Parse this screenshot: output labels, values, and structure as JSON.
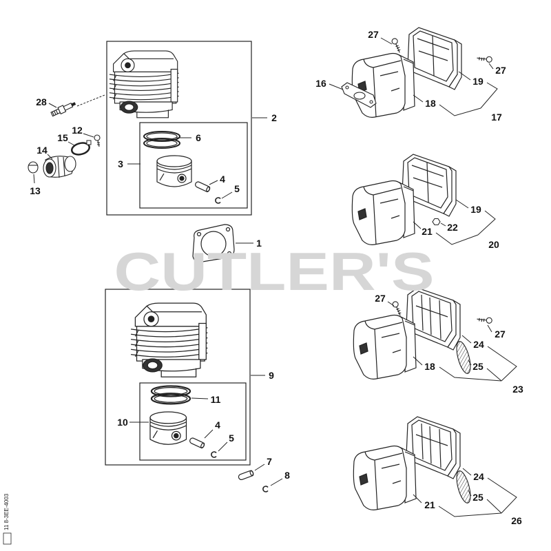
{
  "watermark": "CUTLER'S",
  "doc_code": "11 8-3EE-4003",
  "cylinder_kit_a": {
    "assembly": "2",
    "piston_set": "3",
    "ring": "6",
    "pin": "4",
    "circlip": "5"
  },
  "base_gasket": "1",
  "intake_parts": {
    "spark_plug": "28",
    "screw": "12",
    "clamp": "15",
    "manifold": "14",
    "plug": "13"
  },
  "cylinder_kit_b": {
    "assembly": "9",
    "piston": "10",
    "ring": "11",
    "pin": "4",
    "circlip": "5"
  },
  "loose_parts": {
    "pin": "7",
    "circlip": "8"
  },
  "muffler_1": {
    "screw_left": "27",
    "screw_right": "27",
    "gasket": "16",
    "cover": "19",
    "body": "18",
    "assembly": "17"
  },
  "muffler_2": {
    "cover": "19",
    "nut": "22",
    "body": "21",
    "assembly": "20"
  },
  "muffler_3": {
    "screw_left": "27",
    "screw_right": "27",
    "cover": "24",
    "screen": "25",
    "body": "18",
    "assembly": "23"
  },
  "muffler_4": {
    "cover": "24",
    "screen": "25",
    "body": "21",
    "assembly": "26"
  }
}
